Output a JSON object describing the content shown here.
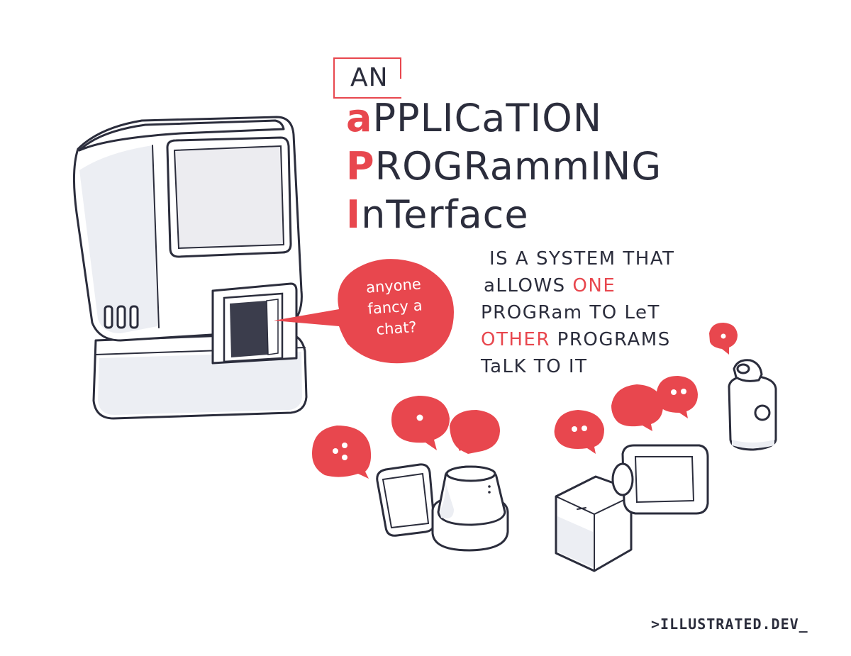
{
  "title": {
    "article": "AN",
    "lines": [
      {
        "cap": "a",
        "rest": "PPLICaTION"
      },
      {
        "cap": "P",
        "rest": "ROGRammING"
      },
      {
        "cap": "I",
        "rest": "nTerface"
      }
    ]
  },
  "description": {
    "line1": "IS A SYSTEM THAT",
    "line2_pre": "aLLOWS ",
    "line2_hl": "ONE",
    "line3": "PROGRam TO LeT",
    "line4_hl": "OTHER",
    "line4_post": " PROGRAMS",
    "line5": "TaLK TO IT"
  },
  "speech_bubble": {
    "line1": "anyone",
    "line2": "fancy a",
    "line3": "chat?"
  },
  "credit": ">ILLUSTRATED.DEV_",
  "colors": {
    "accent": "#e8474e",
    "ink": "#2b2d3c",
    "screen_fill": "#e9e9ee",
    "body_fill": "#ffffff"
  },
  "icons": [
    "api-machine-icon",
    "speech-bubble-icon",
    "chat-bubble-icon",
    "tablet-device-icon",
    "cylinder-device-icon",
    "cube-device-icon",
    "camera-device-icon"
  ]
}
